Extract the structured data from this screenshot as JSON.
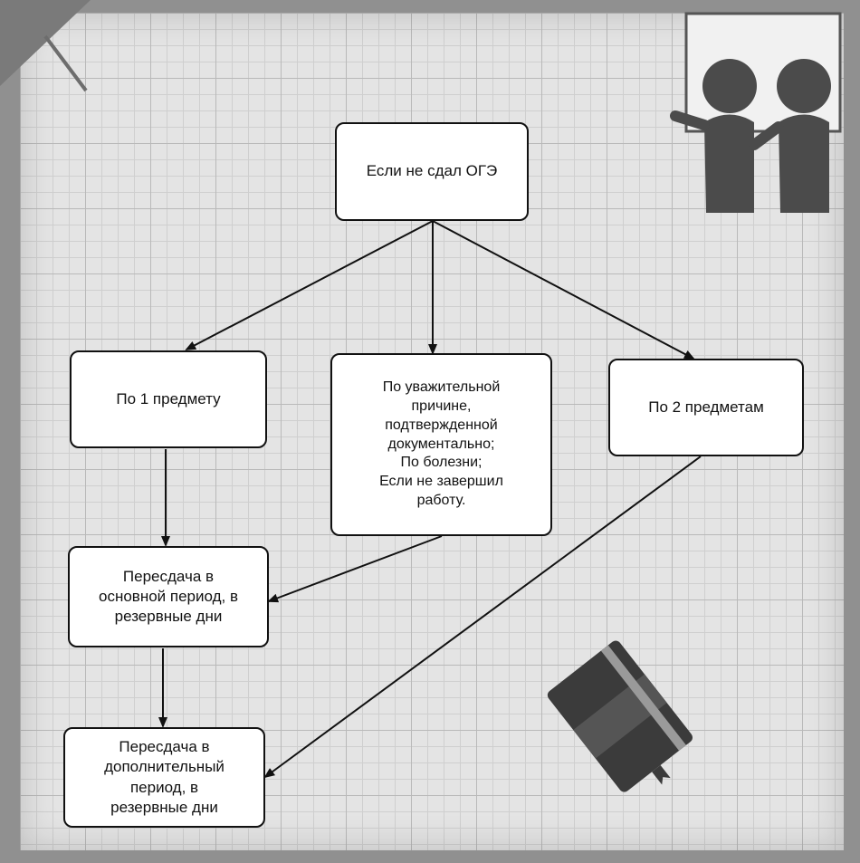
{
  "diagram": {
    "nodes": {
      "root": "Если не сдал ОГЭ",
      "one_subject": "По 1 предмету",
      "valid_reason": "По уважительной\nпричине,\nподтвержденной\nдокументально;\nПо болезни;\nЕсли не завершил\nработу.",
      "two_subjects": "По 2 предметам",
      "main_period": "Пересдача в\nосновной период, в\nрезервные дни",
      "extra_period": "Пересдача в\nдополнительный\nпериод, в\nрезервные дни"
    }
  },
  "decorations": {
    "top_right": "people-meeting-icon",
    "bottom_right": "notebook-icon",
    "top_left": "paper-corner-icon"
  }
}
